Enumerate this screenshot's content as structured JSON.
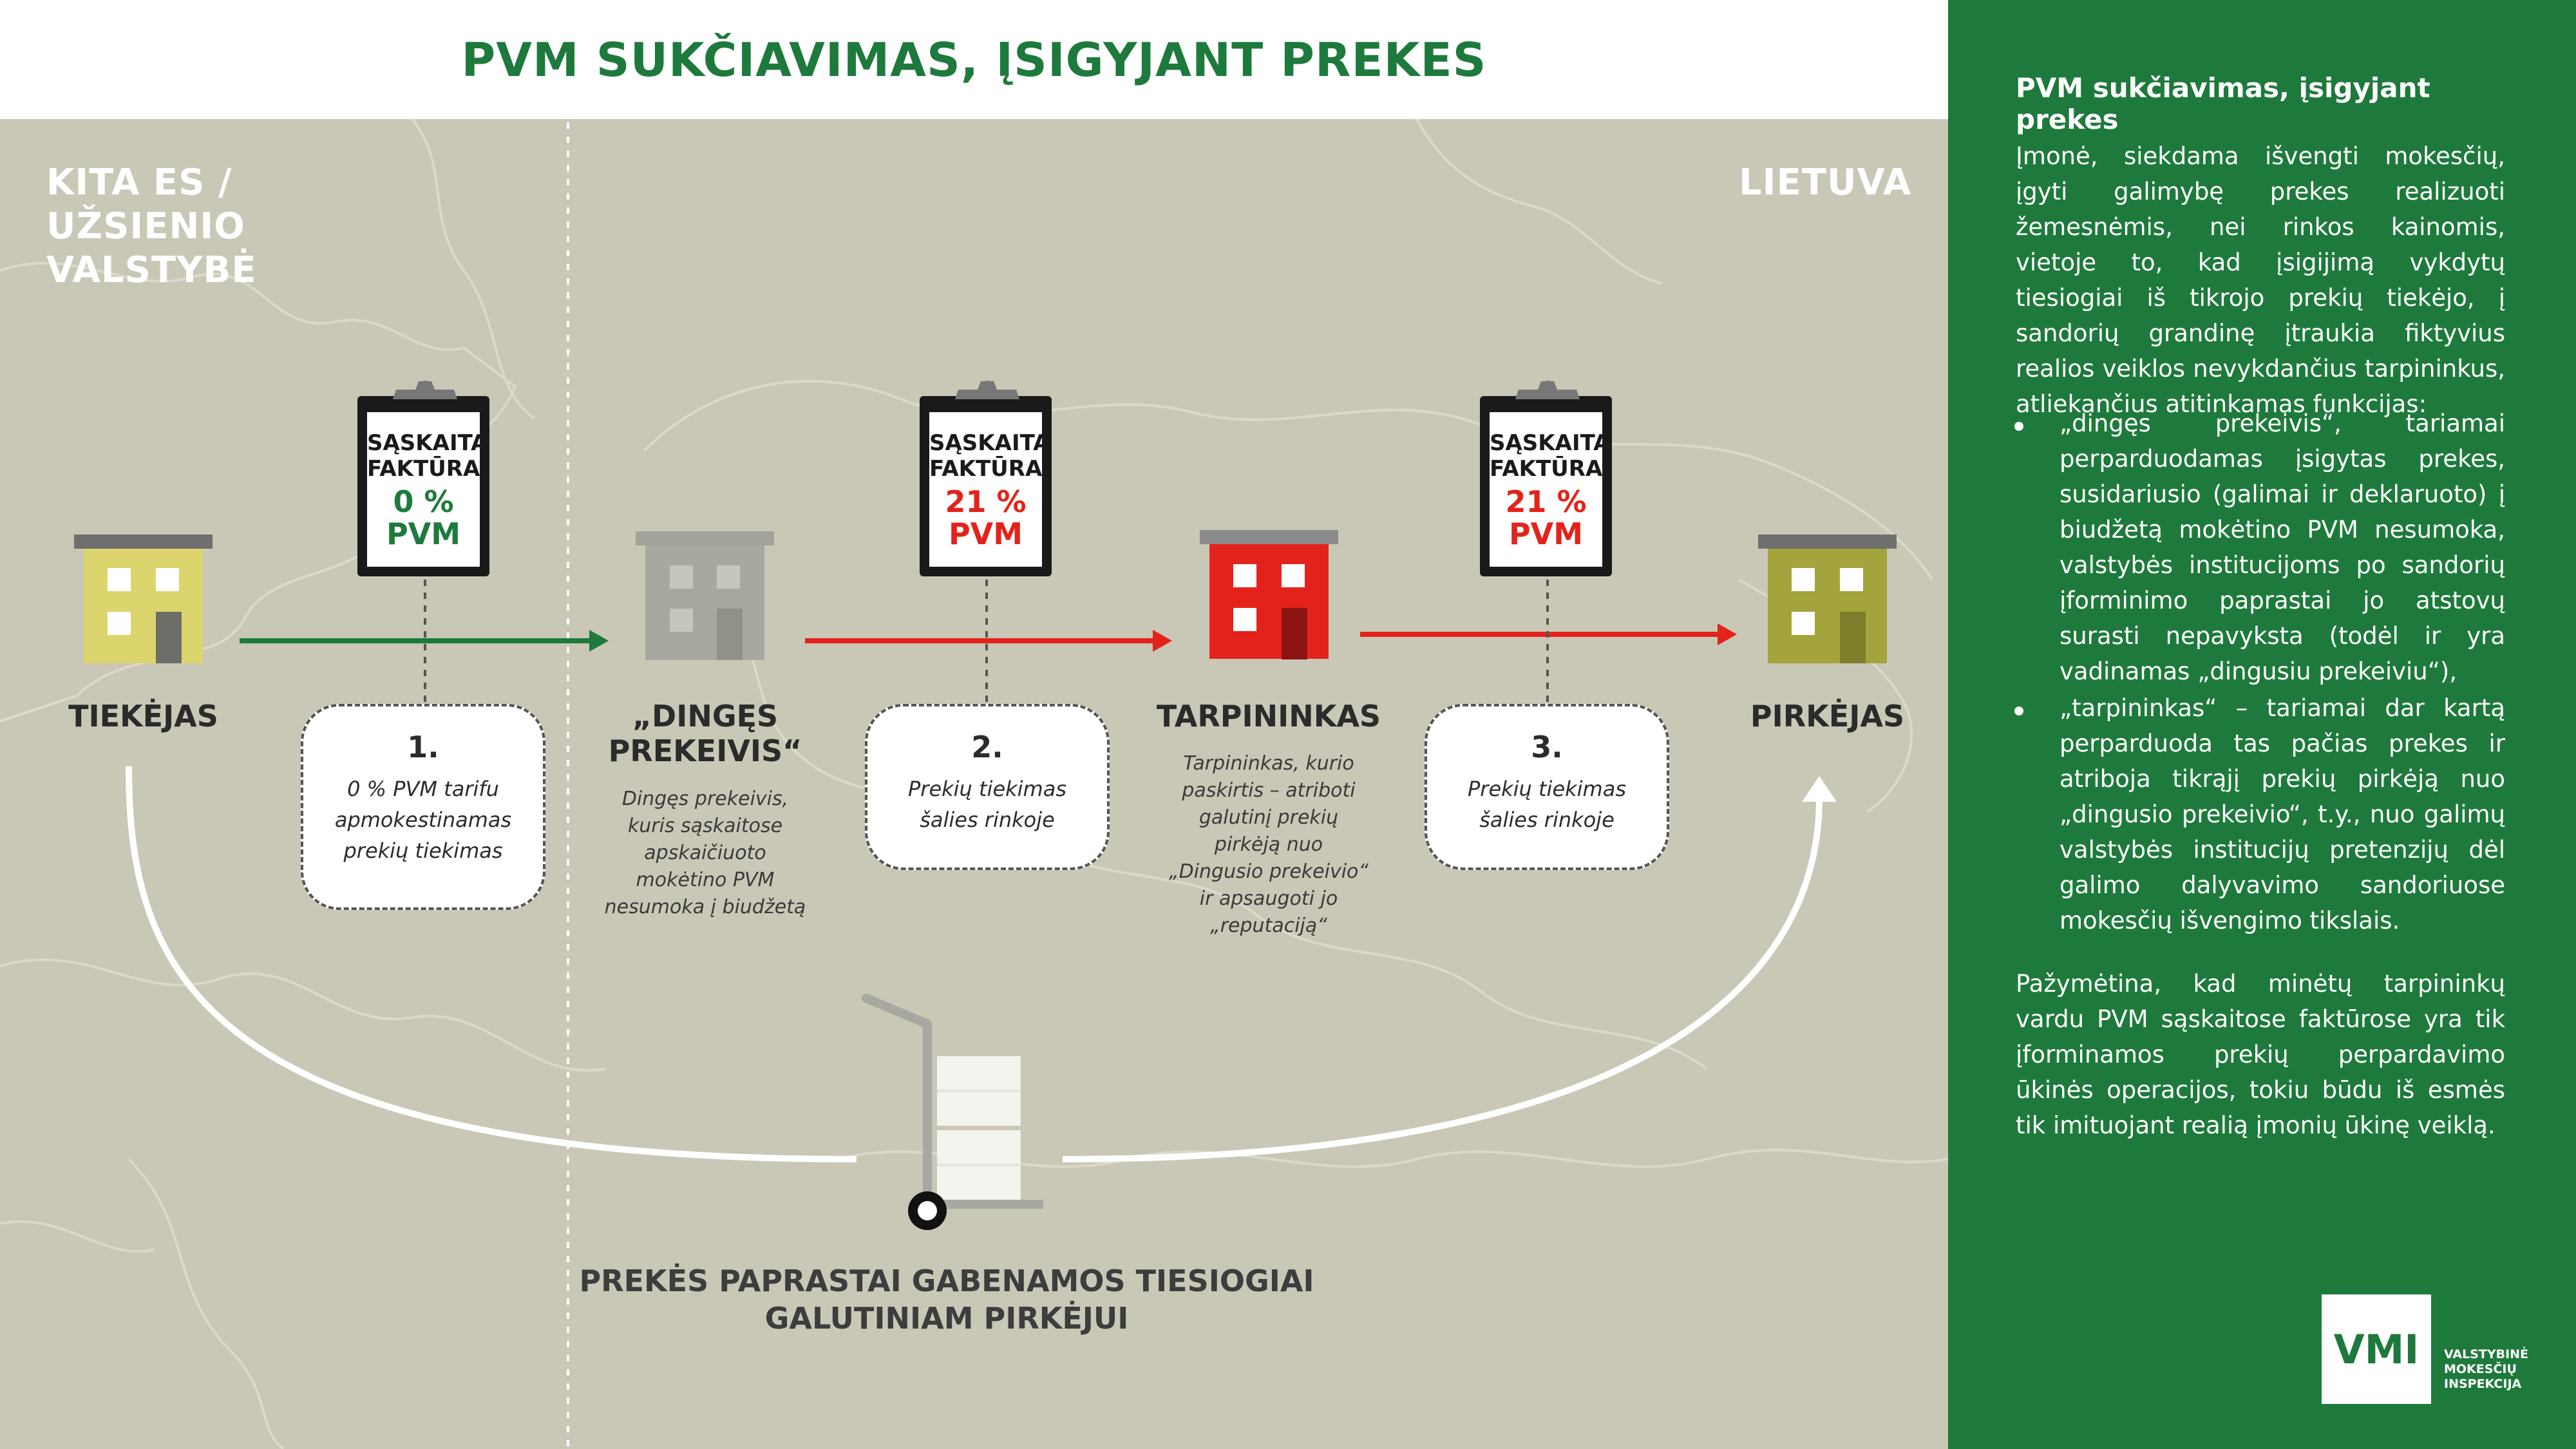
{
  "title": "PVM SUKČIAVIMAS, ĮSIGYJANT PREKES",
  "regions": {
    "left": [
      "KITA ES /",
      "UŽSIENIO",
      "VALSTYBĖ"
    ],
    "right": "LIETUVA"
  },
  "actors": {
    "supplier": {
      "name": "TIEKĖJAS"
    },
    "missing_trader": {
      "name": [
        "„DINGĘS",
        "PREKEIVIS“"
      ],
      "desc": [
        "Dingęs prekeivis,",
        "kuris sąskaitose",
        "apskaičiuoto",
        "mokėtino PVM",
        "nesumoka į biudžetą"
      ]
    },
    "intermediary": {
      "name": "TARPININKAS",
      "desc": [
        "Tarpininkas, kurio",
        "paskirtis – atriboti",
        "galutinį prekių",
        "pirkėją nuo",
        "„Dingusio prekeivio“",
        "ir apsaugoti jo",
        "„reputaciją“"
      ]
    },
    "buyer": {
      "name": "PIRKĖJAS"
    }
  },
  "invoices": [
    {
      "label1": "SĄSKAITA",
      "label2": "FAKTŪRA",
      "rate": "0 %",
      "tax": "PVM",
      "color": "#1e7a3c"
    },
    {
      "label1": "SĄSKAITA",
      "label2": "FAKTŪRA",
      "rate": "21 %",
      "tax": "PVM",
      "color": "#e3231b"
    },
    {
      "label1": "SĄSKAITA",
      "label2": "FAKTŪRA",
      "rate": "21 %",
      "tax": "PVM",
      "color": "#e3231b"
    }
  ],
  "steps": [
    {
      "num": "1.",
      "text": [
        "0 % PVM tarifu",
        "apmokestinamas",
        "prekių tiekimas"
      ]
    },
    {
      "num": "2.",
      "text": [
        "Prekių tiekimas",
        "šalies rinkoje"
      ]
    },
    {
      "num": "3.",
      "text": [
        "Prekių tiekimas",
        "šalies rinkoje"
      ]
    }
  ],
  "bottom_caption": [
    "PREKĖS PAPRASTAI GABENAMOS TIESIOGIAI",
    "GALUTINIAM PIRKĖJUI"
  ],
  "colors": {
    "green": "#1e7a3c",
    "red": "#e3231b",
    "map_bg": "#c9c7b6",
    "supplier_building": "#dcd56e",
    "missing_building": "#a9a8a0",
    "intermediary_building": "#e3231b",
    "buyer_building": "#a3a43c"
  },
  "panel": {
    "title": "PVM sukčiavimas, įsigyjant prekes",
    "intro": "Įmonė, siekdama išvengti mokesčių, įgyti galimybę prekes realizuoti žemesnėmis, nei rinkos kainomis, vietoje to, kad įsigijimą vykdytų tiesiogiai iš tikrojo prekių tiekėjo, į sandorių grandinę įtraukia fiktyvius realios veiklos nevykdančius tarpininkus, atliekančius atitinkamas funkcijas:",
    "bullets": [
      "„dingęs prekeivis“, tariamai perparduodamas įsigytas prekes, susidariusio (galimai ir deklaruoto) į biudžetą mokėtino PVM nesumoka, valstybės institucijoms po sandorių įforminimo paprastai jo atstovų surasti nepavyksta (todėl ir yra vadinamas „dingusiu prekeiviu“),",
      "„tarpininkas“ – tariamai dar kartą perparduoda tas pačias prekes ir atriboja tikrąjį prekių pirkėją nuo „dingusio prekeivio“, t.y., nuo galimų valstybės institucijų pretenzijų dėl galimo dalyvavimo sandoriuose mokesčių išvengimo tikslais."
    ],
    "outro": "Pažymėtina, kad minėtų tarpininkų vardu PVM sąskaitose faktūrose yra tik įforminamos prekių perpardavimo ūkinės operacijos, tokiu būdu iš esmės tik imituojant realią įmonių ūkinę veiklą."
  },
  "logo": {
    "abbr": "VMI",
    "name": [
      "VALSTYBINĖ",
      "MOKESČIŲ",
      "INSPEKCIJA"
    ]
  }
}
